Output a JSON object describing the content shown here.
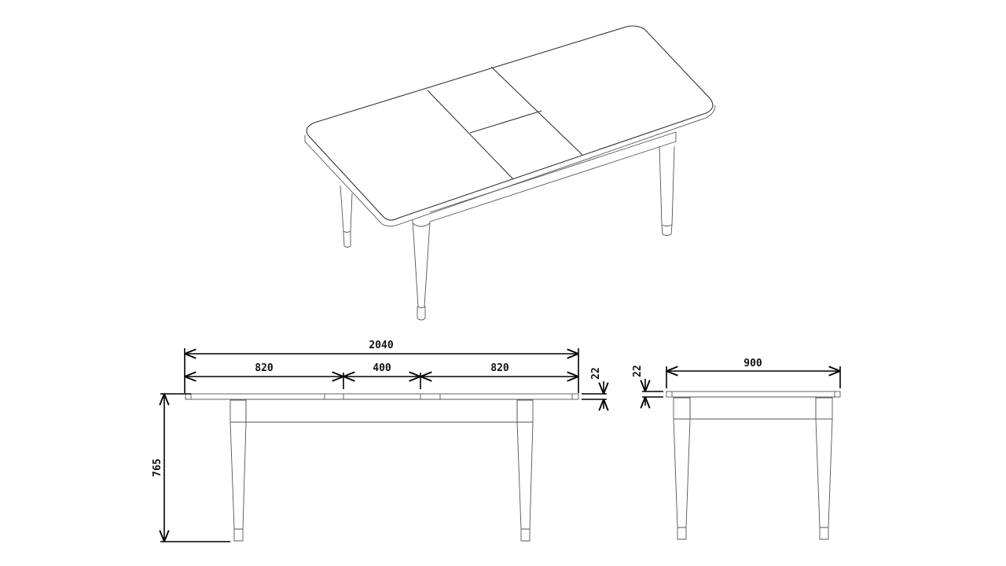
{
  "drawing": {
    "subject": "extendable dining table",
    "views": [
      "isometric",
      "front",
      "side"
    ],
    "units": "mm",
    "line_color": "#333333",
    "background": "#ffffff"
  },
  "front_view": {
    "overall_length": "2040",
    "segments": [
      "820",
      "400",
      "820"
    ],
    "height": "765",
    "top_thickness": "22"
  },
  "side_view": {
    "width": "900",
    "top_thickness": "22"
  }
}
